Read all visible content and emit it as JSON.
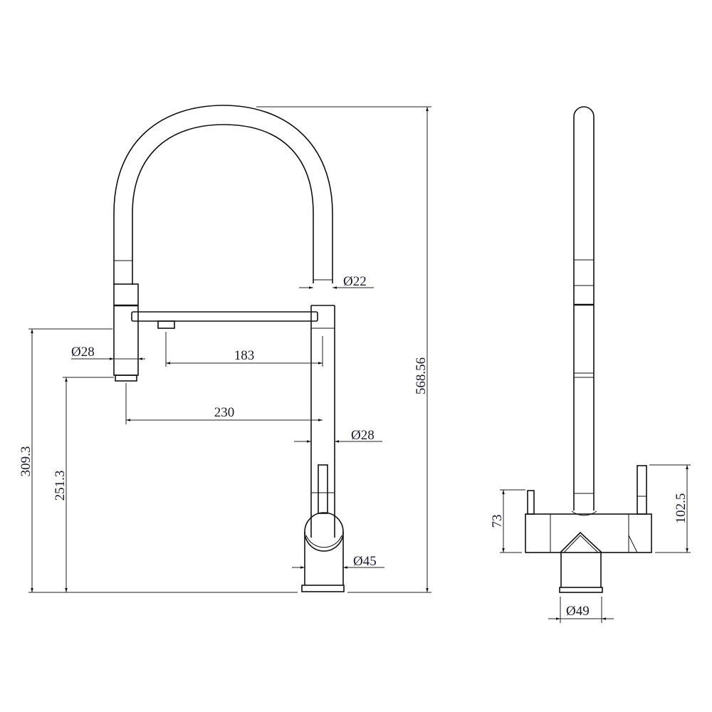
{
  "front_view": {
    "dims": {
      "total_height": "568.56",
      "spout_height": "309.3",
      "outlet_height": "251.3",
      "head_diameter": "Ø28",
      "reach_inner": "183",
      "reach_outer": "230",
      "body_diameter": "Ø28",
      "hose_diameter": "Ø22",
      "handle_diameter": "Ø45"
    }
  },
  "side_view": {
    "dims": {
      "left_lever_height": "73",
      "right_lever_height": "102.5",
      "base_diameter": "Ø49"
    }
  }
}
